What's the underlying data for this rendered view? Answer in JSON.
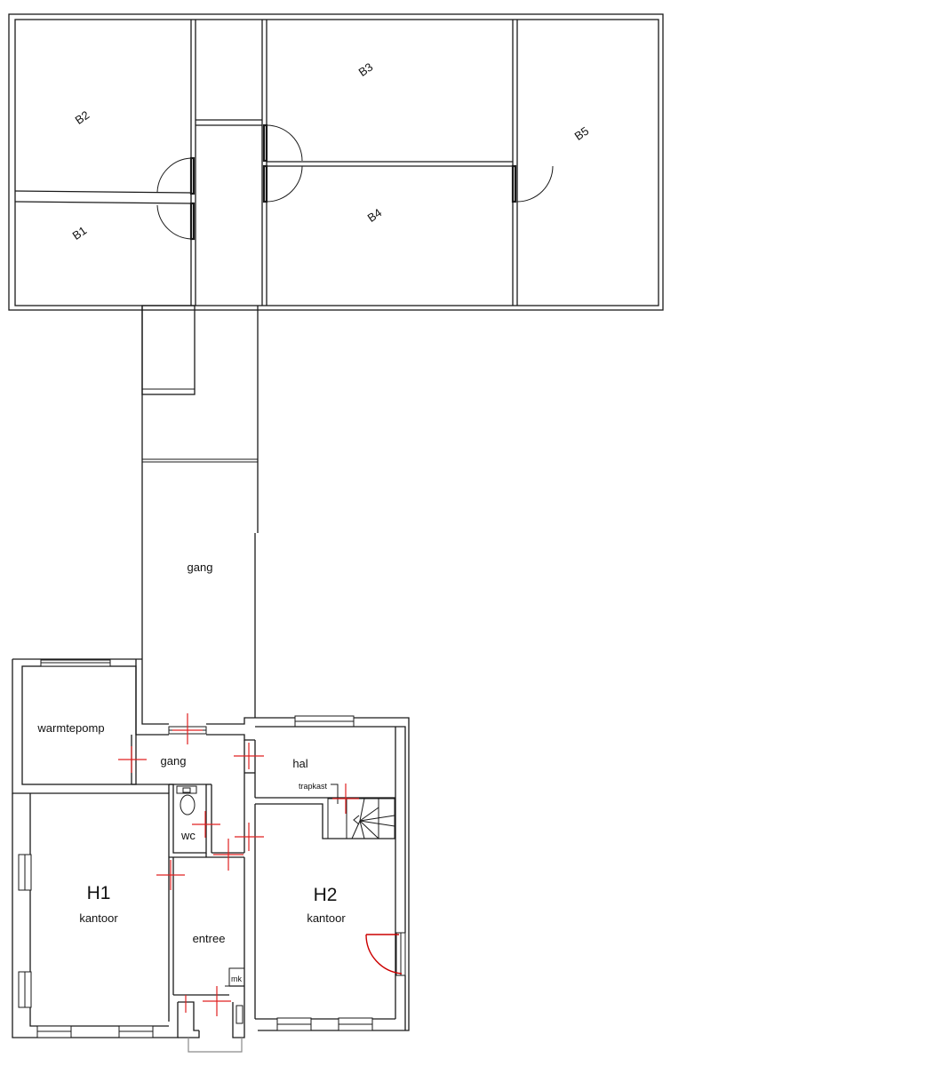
{
  "rooms": {
    "b1": "B1",
    "b2": "B2",
    "b3": "B3",
    "b4": "B4",
    "b5": "B5",
    "gang_long": "gang",
    "warmtepomp": "warmtepomp",
    "gang": "gang",
    "hal": "hal",
    "trapkast": "trapkast",
    "wc": "wc",
    "h1": "H1",
    "h1_sub": "kantoor",
    "h2": "H2",
    "h2_sub": "kantoor",
    "entree": "entree",
    "mk": "mk"
  }
}
